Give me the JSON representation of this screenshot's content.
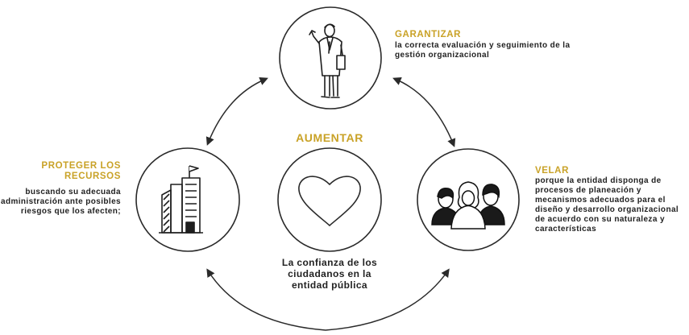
{
  "colors": {
    "accent": "#c9a227",
    "stroke": "#2a2a2a",
    "text": "#222222"
  },
  "center": {
    "heading": "AUMENTAR",
    "description": "La confianza de los ciudadanos en la entidad pública",
    "icon": "heart-icon"
  },
  "top": {
    "heading": "GARANTIZAR",
    "description": "la correcta evaluación y seguimiento de la gestión organizacional",
    "icon": "businessman-icon"
  },
  "left": {
    "heading": "PROTEGER LOS RECURSOS",
    "description": "buscando su adecuada administración ante posibles riesgos que los afecten;",
    "icon": "buildings-icon"
  },
  "right": {
    "heading": "VELAR",
    "description": "porque la entidad disponga de procesos de planeación y mecanismos adecuados para el diseño y desarrollo organizacional de acuerdo con su naturaleza y características",
    "icon": "people-group-icon"
  }
}
